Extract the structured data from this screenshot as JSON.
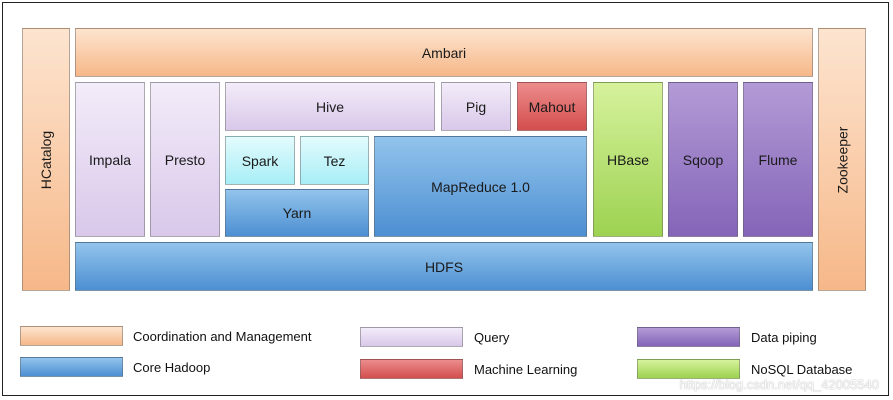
{
  "diagram": {
    "blocks": {
      "hcatalog": "HCatalog",
      "ambari": "Ambari",
      "zookeeper": "Zookeeper",
      "impala": "Impala",
      "presto": "Presto",
      "hive": "Hive",
      "pig": "Pig",
      "mahout": "Mahout",
      "spark": "Spark",
      "tez": "Tez",
      "yarn": "Yarn",
      "mapreduce": "MapReduce 1.0",
      "hbase": "HBase",
      "sqoop": "Sqoop",
      "flume": "Flume",
      "hdfs": "HDFS"
    }
  },
  "legend": [
    {
      "label": "Coordination and Management",
      "color": "#f6b889"
    },
    {
      "label": "Core Hadoop",
      "color": "#4d8fd2"
    },
    {
      "label": "Query",
      "color": "#d9c8ea"
    },
    {
      "label": "Machine Learning",
      "color": "#d44e4e"
    },
    {
      "label": "Data piping",
      "color": "#8464b8"
    },
    {
      "label": "NoSQL Database",
      "color": "#9dd251"
    }
  ],
  "watermark": "https://blog.csdn.net/qq_42005540"
}
